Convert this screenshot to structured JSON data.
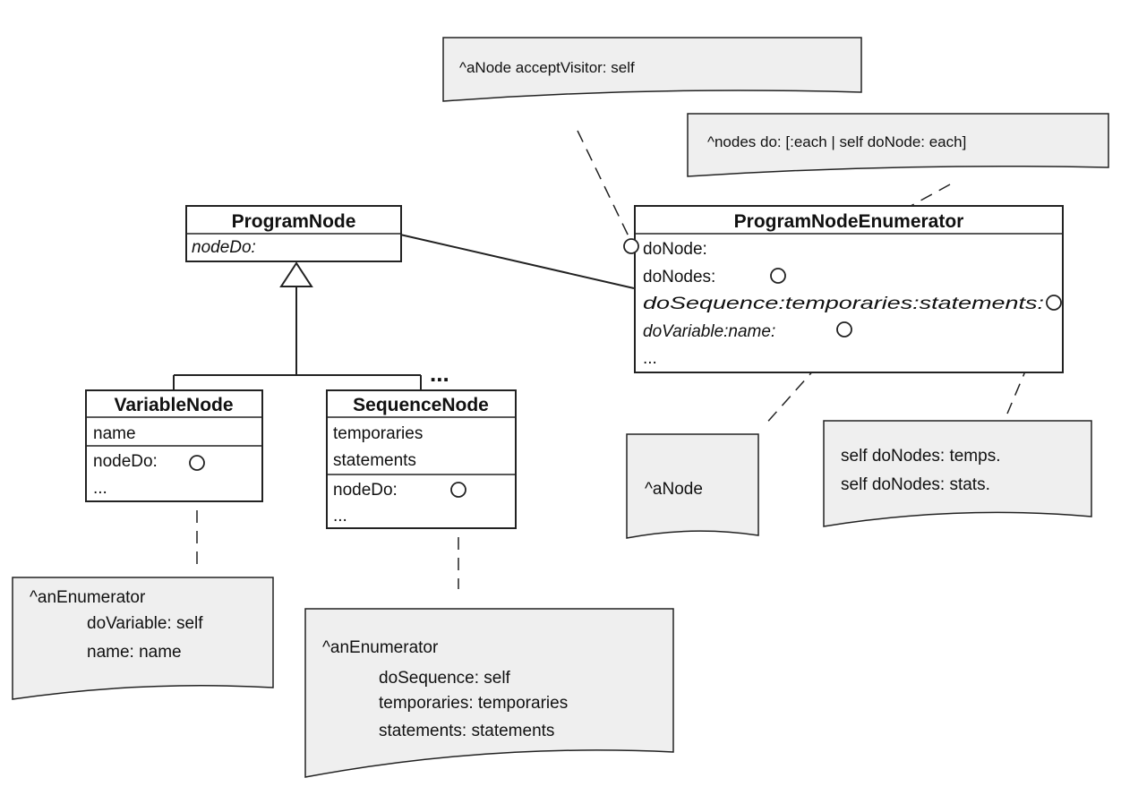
{
  "classes": {
    "program_node": {
      "name": "ProgramNode",
      "method": "nodeDo:"
    },
    "variable_node": {
      "name": "VariableNode",
      "attribute": "name",
      "method": "nodeDo:",
      "more": "..."
    },
    "sequence_node": {
      "name": "SequenceNode",
      "attributes": [
        "temporaries",
        "statements"
      ],
      "method": "nodeDo:",
      "more": "..."
    },
    "enumerator": {
      "name": "ProgramNodeEnumerator",
      "methods": [
        "doNode:",
        "doNodes:",
        "doSequence:temporaries:statements:",
        "doVariable:name:",
        "..."
      ]
    }
  },
  "more_subclasses": "...",
  "notes": {
    "accept_visitor": "^aNode acceptVisitor: self",
    "nodes_do": "^nodes do: [:each | self doNode: each]",
    "a_node": "^aNode",
    "do_nodes": [
      "self doNodes: temps.",
      "self doNodes: stats."
    ],
    "variable": [
      "^anEnumerator",
      "doVariable: self",
      "name: name"
    ],
    "sequence": [
      "^anEnumerator",
      "doSequence: self",
      "temporaries: temporaries",
      "statements: statements"
    ]
  }
}
